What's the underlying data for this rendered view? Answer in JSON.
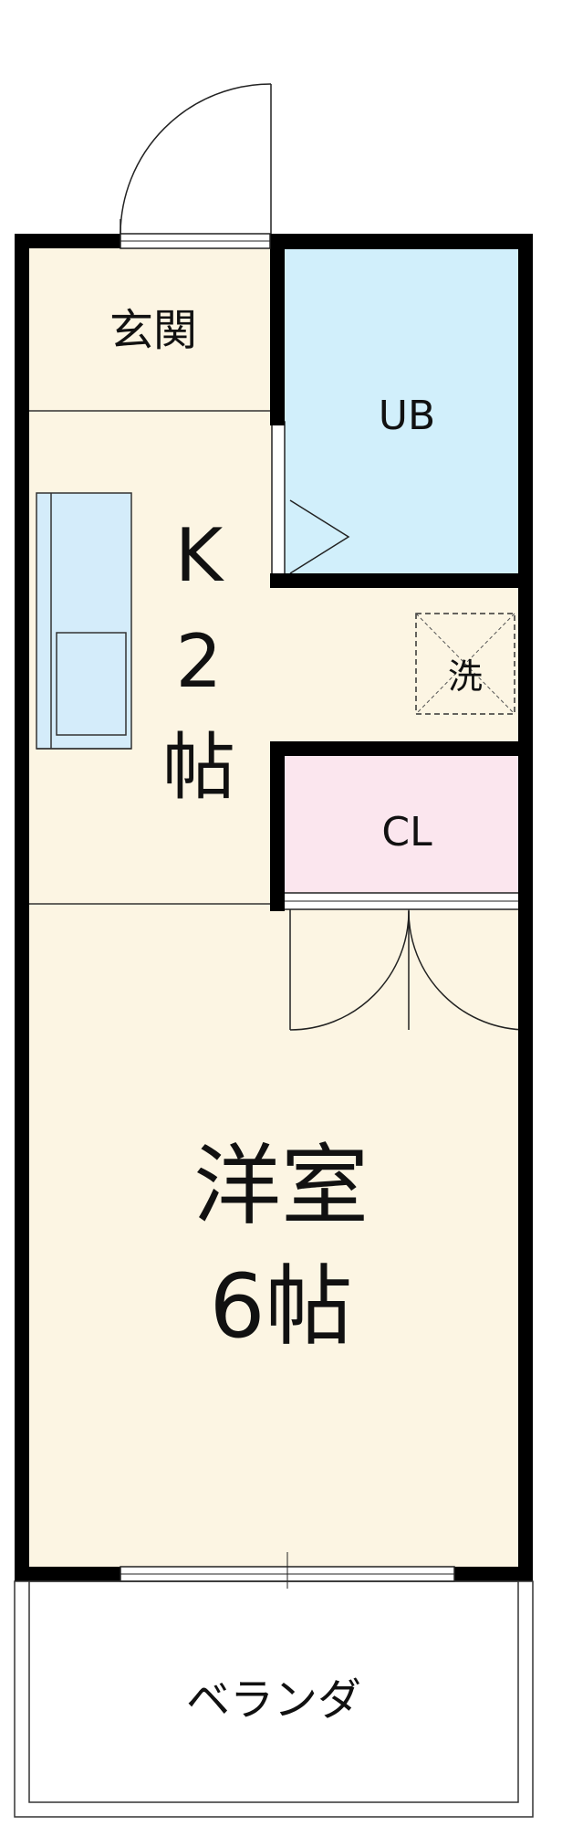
{
  "rooms": {
    "entrance": "玄関",
    "bath": "UB",
    "kitchen": {
      "type": "K",
      "size": "2",
      "unit": "帖"
    },
    "washer": "洗",
    "closet": "CL",
    "western_room": {
      "type": "洋室",
      "size": "6",
      "unit": "帖"
    },
    "balcony": "ベランダ"
  },
  "colors": {
    "floor": "#fcf5e3",
    "bath": "#d1effb",
    "closet": "#fbe6ee",
    "kitchen_counter": "#d4ecfa",
    "wall": "#000000"
  }
}
